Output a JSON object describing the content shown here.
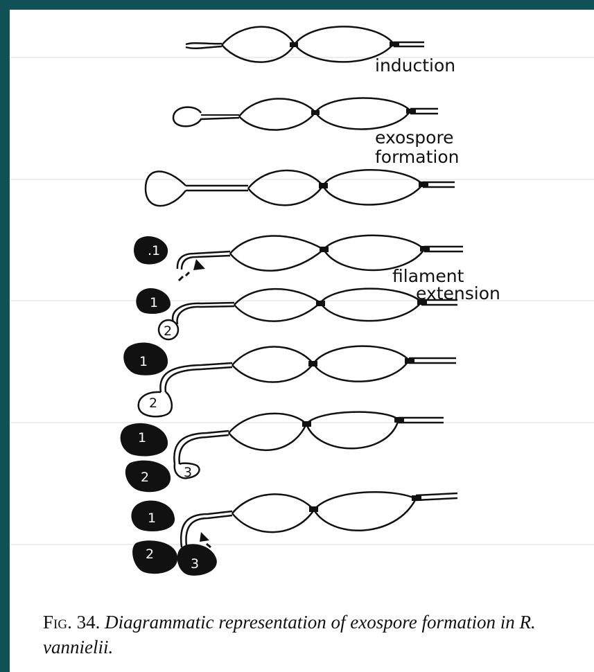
{
  "labels": {
    "induction": "induction",
    "exospore_line1": "exospore",
    "exospore_line2": "formation",
    "filament_line1": "filament",
    "filament_line2": "extension"
  },
  "spores": {
    "row4": ".1",
    "row5": "1",
    "row5_new": "2",
    "row6_a": "1",
    "row6_b": "2",
    "row7_a": "1",
    "row7_b": "2",
    "row7_c": "3",
    "row8_a": "1",
    "row8_b": "2",
    "row8_c": "3"
  },
  "caption": {
    "fig": "Fig. 34.",
    "text": "Diagrammatic representation of exospore formation in R. vannielii."
  },
  "colors": {
    "frame": "#0f5155",
    "paper": "#ffffff",
    "ink": "#111111"
  }
}
